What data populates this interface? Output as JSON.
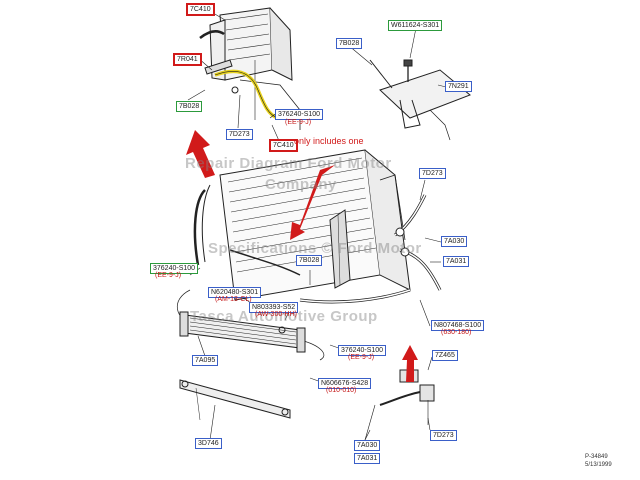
{
  "callouts": {
    "c_7c410_top": "7C410",
    "c_w611624": "W611624-S301",
    "c_7b028_tr": "7B028",
    "c_7r041": "7R041",
    "c_7n291": "7N291",
    "c_7b028_l": "7B028",
    "c_376240_top": "376240-S100",
    "c_7d273_top": "7D273",
    "c_7c410_mid": "7C410",
    "c_7d273_r": "7D273",
    "c_7a030_r": "7A030",
    "c_7a031_r": "7A031",
    "c_7b028_c": "7B028",
    "c_376240_l": "376240-S100",
    "c_n620480": "N620480-S301",
    "c_n803393": "N803393-S52",
    "c_n807468": "N807468-S100",
    "c_7a095": "7A095",
    "c_376240_b": "376240-S100",
    "c_7z465": "7Z465",
    "c_n606676": "N606676-S428",
    "c_3d746": "3D746",
    "c_7d273_b": "7D273",
    "c_7a030_b": "7A030",
    "c_7a031_b": "7A031"
  },
  "subtexts": {
    "ee9j_top": "(EE-9-J)",
    "ee9j_l": "(EE-9-J)",
    "am13cl": "(AM-13-CL)",
    "aw300": "(AW-300-HH)",
    "s630180": "(630-180)",
    "ee9j_b": "(EE-9-J)",
    "s010010": "(010-010)"
  },
  "annotation": "only includes one",
  "watermark": {
    "line1": "Repair Diagram Ford Motor",
    "line2": "Company",
    "line3": "Specifications © Ford Motor",
    "line4": "Tasca Automotive Group"
  },
  "footer": {
    "code": "P-34849",
    "date": "5/13/1999"
  },
  "colors": {
    "callout_blue": "#3a5fc8",
    "callout_green": "#2c9a3c",
    "highlight_red": "#d11a1a",
    "hose_yellow": "#e8d21c"
  }
}
